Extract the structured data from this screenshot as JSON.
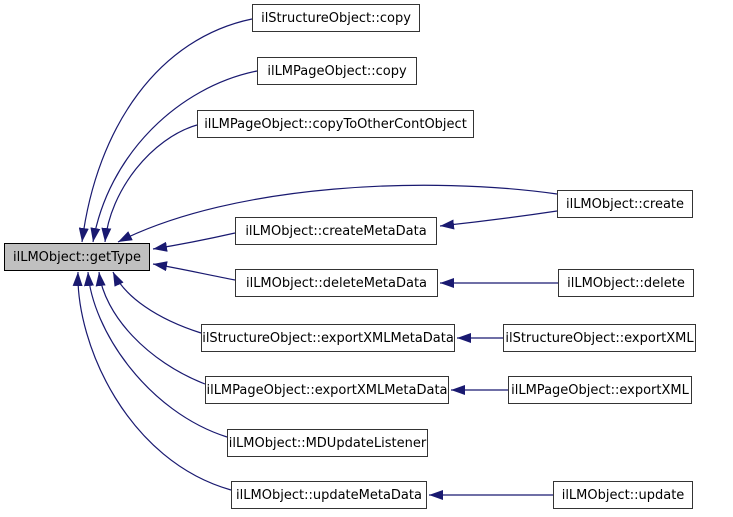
{
  "graph": {
    "kind": "doxygen-caller-graph",
    "focus_node": {
      "id": "gettype",
      "label": "ilLMObject::getType"
    },
    "nodes": [
      {
        "id": "structure-copy",
        "label": "ilStructureObject::copy"
      },
      {
        "id": "lmpage-copy",
        "label": "ilLMPageObject::copy"
      },
      {
        "id": "lmpage-copy-to-other-cont",
        "label": "ilLMPageObject::copyToOtherContObject"
      },
      {
        "id": "lmobject-create",
        "label": "ilLMObject::create"
      },
      {
        "id": "lmobject-create-meta-data",
        "label": "ilLMObject::createMetaData"
      },
      {
        "id": "lmobject-delete-meta-data",
        "label": "ilLMObject::deleteMetaData"
      },
      {
        "id": "lmobject-delete",
        "label": "ilLMObject::delete"
      },
      {
        "id": "structure-export-xml-meta-data",
        "label": "ilStructureObject::exportXMLMetaData"
      },
      {
        "id": "structure-export-xml",
        "label": "ilStructureObject::exportXML"
      },
      {
        "id": "lmpage-export-xml-meta-data",
        "label": "ilLMPageObject::exportXMLMetaData"
      },
      {
        "id": "lmpage-export-xml",
        "label": "ilLMPageObject::exportXML"
      },
      {
        "id": "lmobject-md-update-listener",
        "label": "ilLMObject::MDUpdateListener"
      },
      {
        "id": "lmobject-update-meta-data",
        "label": "ilLMObject::updateMetaData"
      },
      {
        "id": "lmobject-update",
        "label": "ilLMObject::update"
      }
    ],
    "edges": [
      {
        "from": "ilStructureObject::copy",
        "to": "ilLMObject::getType"
      },
      {
        "from": "ilLMPageObject::copy",
        "to": "ilLMObject::getType"
      },
      {
        "from": "ilLMPageObject::copyToOtherContObject",
        "to": "ilLMObject::getType"
      },
      {
        "from": "ilLMObject::create",
        "to": "ilLMObject::getType"
      },
      {
        "from": "ilLMObject::createMetaData",
        "to": "ilLMObject::getType"
      },
      {
        "from": "ilLMObject::deleteMetaData",
        "to": "ilLMObject::getType"
      },
      {
        "from": "ilStructureObject::exportXMLMetaData",
        "to": "ilLMObject::getType"
      },
      {
        "from": "ilLMPageObject::exportXMLMetaData",
        "to": "ilLMObject::getType"
      },
      {
        "from": "ilLMObject::MDUpdateListener",
        "to": "ilLMObject::getType"
      },
      {
        "from": "ilLMObject::updateMetaData",
        "to": "ilLMObject::getType"
      },
      {
        "from": "ilLMObject::create",
        "to": "ilLMObject::createMetaData"
      },
      {
        "from": "ilLMObject::delete",
        "to": "ilLMObject::deleteMetaData"
      },
      {
        "from": "ilStructureObject::exportXML",
        "to": "ilStructureObject::exportXMLMetaData"
      },
      {
        "from": "ilLMPageObject::exportXML",
        "to": "ilLMPageObject::exportXMLMetaData"
      },
      {
        "from": "ilLMObject::update",
        "to": "ilLMObject::updateMetaData"
      }
    ],
    "colors": {
      "edge": "#191970",
      "node_border": "#343434",
      "node_fill": "#ffffff",
      "focus_fill": "#c0c0c0",
      "focus_border": "#000000",
      "text": "#000000",
      "background": "#ffffff"
    }
  }
}
